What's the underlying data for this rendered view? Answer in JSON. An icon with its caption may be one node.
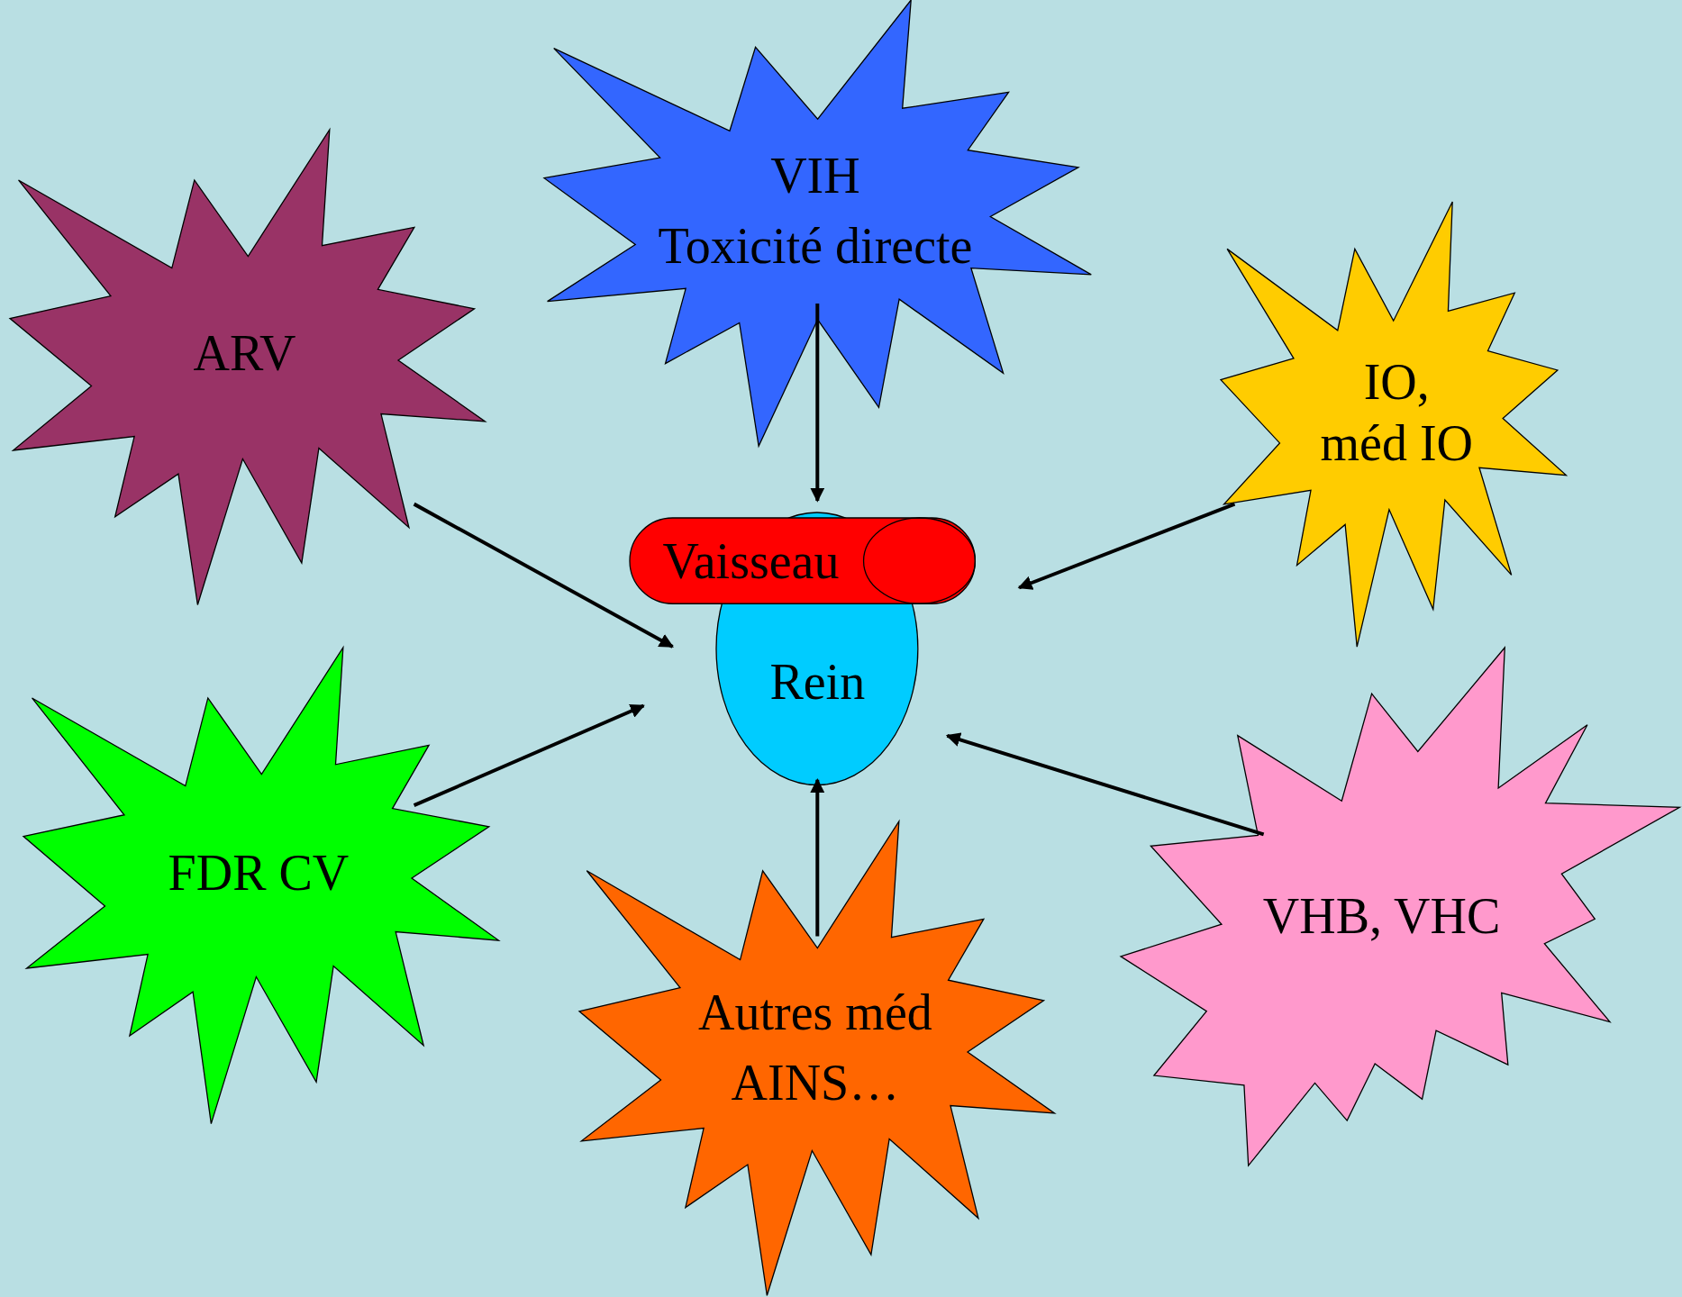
{
  "diagram": {
    "nodes": [
      {
        "text": [
          "VIH",
          "Toxicité directe"
        ]
      },
      {
        "text": [
          "ARV"
        ]
      },
      {
        "text": [
          "IO, méd IO"
        ]
      },
      {
        "text": [
          "Vaisseau"
        ]
      },
      {
        "text": [
          "Rein"
        ]
      },
      {
        "text": [
          "FDR CV"
        ]
      },
      {
        "text": [
          "VHB, VHC"
        ]
      },
      {
        "text": [
          "Autres méd",
          "AINS…"
        ]
      }
    ],
    "edges": [
      {
        "from": 0,
        "to": 3,
        "arrow": "to"
      },
      {
        "from": 1,
        "to": 4,
        "arrow": "to"
      },
      {
        "from": 2,
        "to": 3,
        "arrow": "to"
      },
      {
        "from": 5,
        "to": 4,
        "arrow": "to"
      },
      {
        "from": 6,
        "to": 4,
        "arrow": "to"
      },
      {
        "from": 7,
        "to": 4,
        "arrow": "to"
      }
    ]
  }
}
